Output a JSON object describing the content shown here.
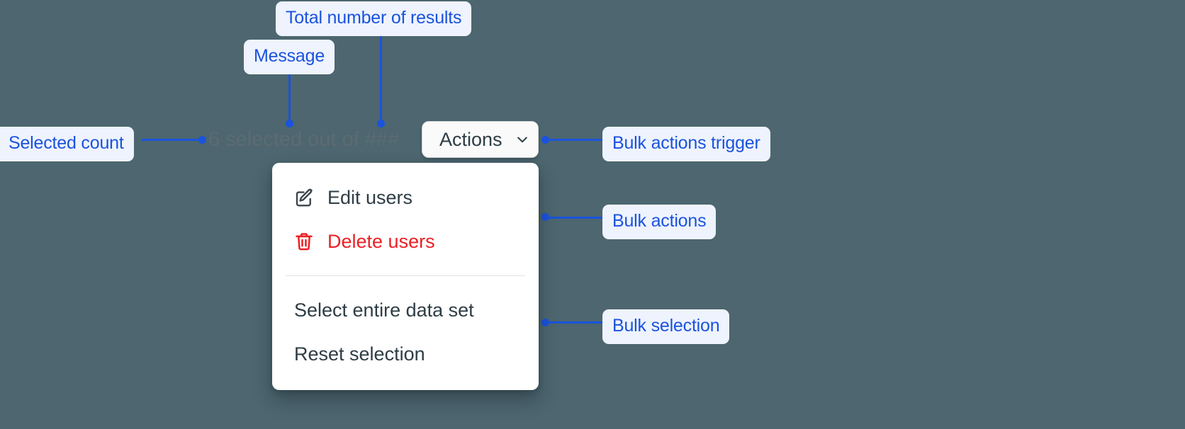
{
  "theme": {
    "background": "#4d666f",
    "annotation_color": "#1a53dd",
    "annotation_bg": "#eef3fe",
    "danger_color": "#ec2024",
    "text_color": "#2e3d45",
    "muted_text": "#5d6b72"
  },
  "annotations": [
    {
      "id": "total-results",
      "label": "Total number of results"
    },
    {
      "id": "message",
      "label": "Message"
    },
    {
      "id": "selected-count",
      "label": "Selected count"
    },
    {
      "id": "bulk-actions-trigger",
      "label": "Bulk actions trigger"
    },
    {
      "id": "bulk-actions",
      "label": "Bulk actions"
    },
    {
      "id": "bulk-selection",
      "label": "Bulk selection"
    }
  ],
  "toolbar": {
    "selected_count_text": "6 selected out of ###",
    "selected_count_number": "6",
    "message_text": "selected out of",
    "total_results_placeholder": "###",
    "actions_button_label": "Actions",
    "actions_chevron_icon": "chevron-down-icon"
  },
  "menu": {
    "bulk_actions": [
      {
        "id": "edit-users",
        "label": "Edit users",
        "icon": "edit-icon",
        "danger": false
      },
      {
        "id": "delete-users",
        "label": "Delete users",
        "icon": "trash-icon",
        "danger": true
      }
    ],
    "bulk_selection": [
      {
        "id": "select-entire-data-set",
        "label": "Select entire data set"
      },
      {
        "id": "reset-selection",
        "label": "Reset selection"
      }
    ]
  }
}
